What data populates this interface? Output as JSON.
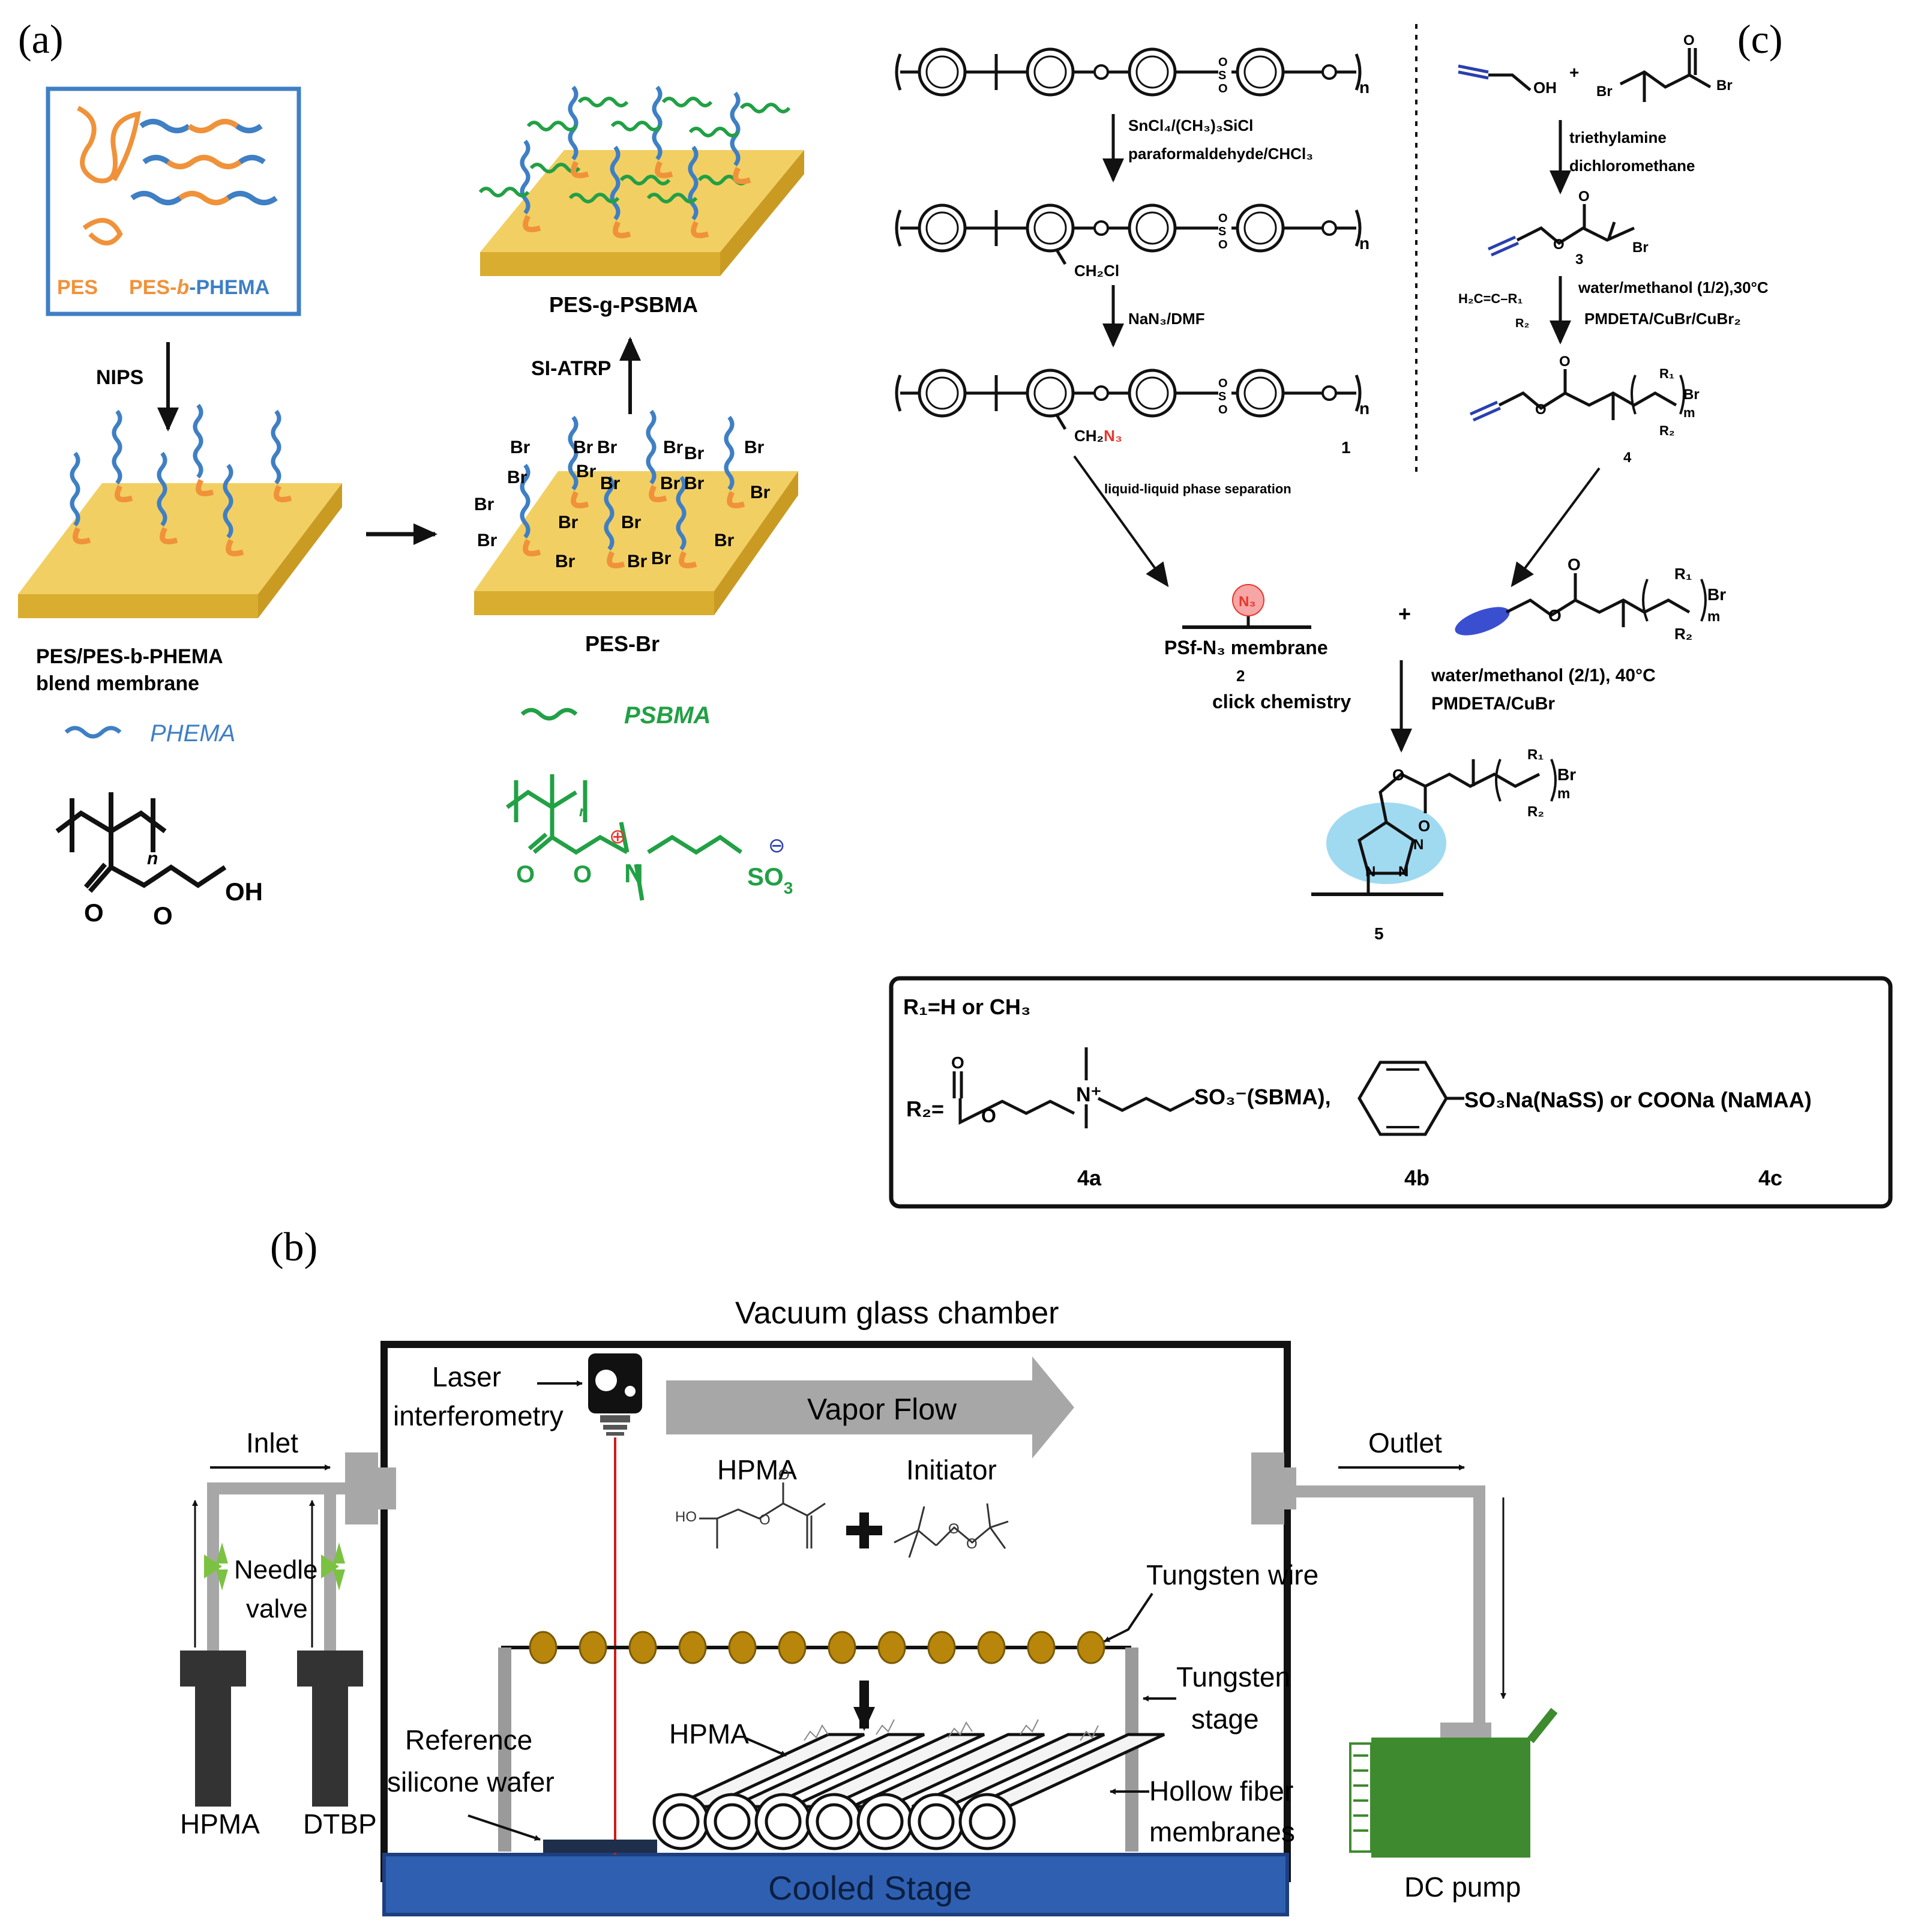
{
  "panels": {
    "a": {
      "label": "(a)",
      "legend_pes": "PES",
      "legend_copolymer_left": "PES-",
      "legend_copolymer_b": "b",
      "legend_copolymer_right": "-PHEMA",
      "nips": "NIPS",
      "blend_membrane_line1": "PES/PES-b-PHEMA",
      "blend_membrane_line2": "blend membrane",
      "phema_legend": "PHEMA",
      "pes_br": "PES-Br",
      "si_atrp": "SI-ATRP",
      "pes_g_psbma": "PES-g-PSBMA",
      "psbma_legend": "PSBMA",
      "br": "Br",
      "phema_struct": {
        "n": "n",
        "o1": "O",
        "o2": "O",
        "oh": "OH"
      },
      "psbma_struct": {
        "n": "n",
        "o1": "O",
        "o2": "O",
        "nitrogen": "N",
        "so3": "SO",
        "so3_sub": "3",
        "plus": "⊕",
        "minus": "⊖"
      }
    },
    "c": {
      "label": "(c)",
      "reagents_1": [
        "SnCl₄/(CH₃)₃SiCl",
        "paraformaldehyde/CHCl₃"
      ],
      "ch2cl": "CH₂Cl",
      "reagents_2": "NaN₃/DMF",
      "ch2n3_prefix": "CH₂",
      "ch2n3_suffix": "N₃",
      "compound_1": "1",
      "phase_sep": "liquid-liquid phase separation",
      "psf_n3": "PSf-N₃ membrane",
      "compound_2": "2",
      "click": "click chemistry",
      "n3_label": "N₃",
      "right_reagents_1": [
        "triethylamine",
        "dichloromethane"
      ],
      "compound_3": "3",
      "right_reagents_2": [
        "water/methanol (1/2),30°C",
        "PMDETA/CuBr/CuBr₂"
      ],
      "monomer": "H₂C=C–R₁",
      "monomer_r2": "R₂",
      "compound_4": "4",
      "click_reagents": [
        "water/methanol (2/1), 40°C",
        "PMDETA/CuBr"
      ],
      "compound_5": "5",
      "oh": "OH",
      "br": "Br",
      "o": "O",
      "r1": "R₁",
      "r2": "R₂",
      "m": "m",
      "n": "n",
      "plus": "+",
      "triazole_n": [
        "N",
        "N",
        "N"
      ],
      "box": {
        "r1_def": "R₁=H or CH₃",
        "r2_prefix": "R₂=",
        "sbma": "SO₃⁻(SBMA),",
        "nass": "SO₃Na(NaSS) or COONa (NaMAA)",
        "label_4a": "4a",
        "label_4b": "4b",
        "label_4c": "4c",
        "o": "O",
        "n_plus": "N⁺"
      }
    },
    "b": {
      "label": "(b)",
      "chamber_title": "Vacuum glass chamber",
      "laser": [
        "Laser",
        "interferometry"
      ],
      "vapor_flow": "Vapor Flow",
      "hpma_title": "HPMA",
      "initiator": "Initiator",
      "ho": "HO",
      "o": "O",
      "inlet": "Inlet",
      "outlet": "Outlet",
      "needle_valve": [
        "Needle",
        "valve"
      ],
      "tungsten_wire": "Tungsten wire",
      "tungsten_stage": [
        "Tungsten",
        "stage"
      ],
      "hpma_arrow": "HPMA",
      "reference": [
        "Reference",
        "silicone wafer"
      ],
      "hollow_fiber": [
        "Hollow fiber",
        "membranes"
      ],
      "cooled_stage": "Cooled Stage",
      "hpma_bottle": "HPMA",
      "dtbp_bottle": "DTBP",
      "dc_pump": "DC pump"
    }
  },
  "colors": {
    "pes": "#f0923a",
    "phema": "#3f7fc4",
    "psbma": "#22a045",
    "membrane_top": "#f2cf63",
    "membrane_side": "#d9ad2f",
    "cooled_stage": "#2f5fb0",
    "pump": "#3e8a2e",
    "valve": "#7cc242",
    "bead": "#b8860b",
    "laser": "#d21a1a",
    "azide": "#e8352b",
    "triazole": "#8fd3ee",
    "alkyne": "#2a3fae"
  }
}
